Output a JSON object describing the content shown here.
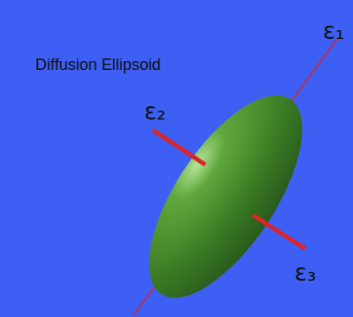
{
  "diagram": {
    "title": "Diffusion Ellipsoid",
    "labels": [
      "ε₁",
      "ε₂",
      "ε₃"
    ]
  }
}
